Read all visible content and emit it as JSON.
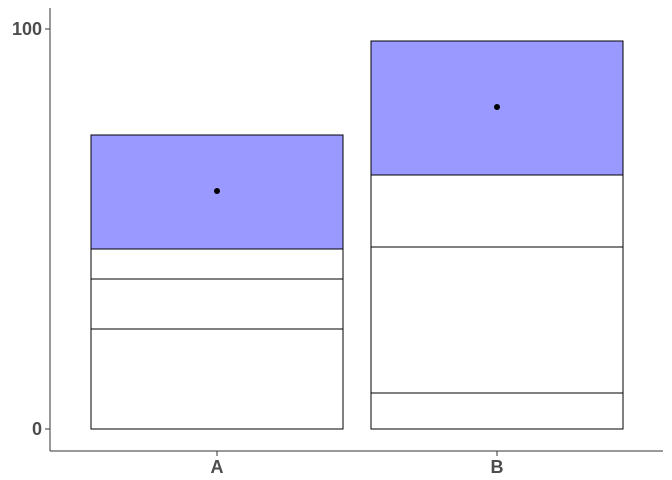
{
  "chart_data": {
    "type": "bar",
    "stacked": true,
    "title": "",
    "xlabel": "",
    "ylabel": "",
    "categories": [
      "A",
      "B"
    ],
    "ylim": [
      0,
      100
    ],
    "yticks": [
      {
        "value": 0,
        "label": "0"
      },
      {
        "value": 100,
        "label": "100"
      }
    ],
    "segments": [
      [
        {
          "from": 0,
          "to": 25,
          "fill": "#ffffff"
        },
        {
          "from": 25,
          "to": 37.5,
          "fill": "#ffffff"
        },
        {
          "from": 37.5,
          "to": 45,
          "fill": "#ffffff"
        },
        {
          "from": 45,
          "to": 73.5,
          "fill": "#9999ff"
        }
      ],
      [
        {
          "from": 0,
          "to": 9,
          "fill": "#ffffff"
        },
        {
          "from": 9,
          "to": 45.5,
          "fill": "#ffffff"
        },
        {
          "from": 45.5,
          "to": 63.5,
          "fill": "#ffffff"
        },
        {
          "from": 63.5,
          "to": 97,
          "fill": "#9999ff"
        }
      ]
    ],
    "points": [
      {
        "category": "A",
        "y": 59.5
      },
      {
        "category": "B",
        "y": 80.5
      }
    ],
    "grid": false,
    "legend": "none"
  }
}
